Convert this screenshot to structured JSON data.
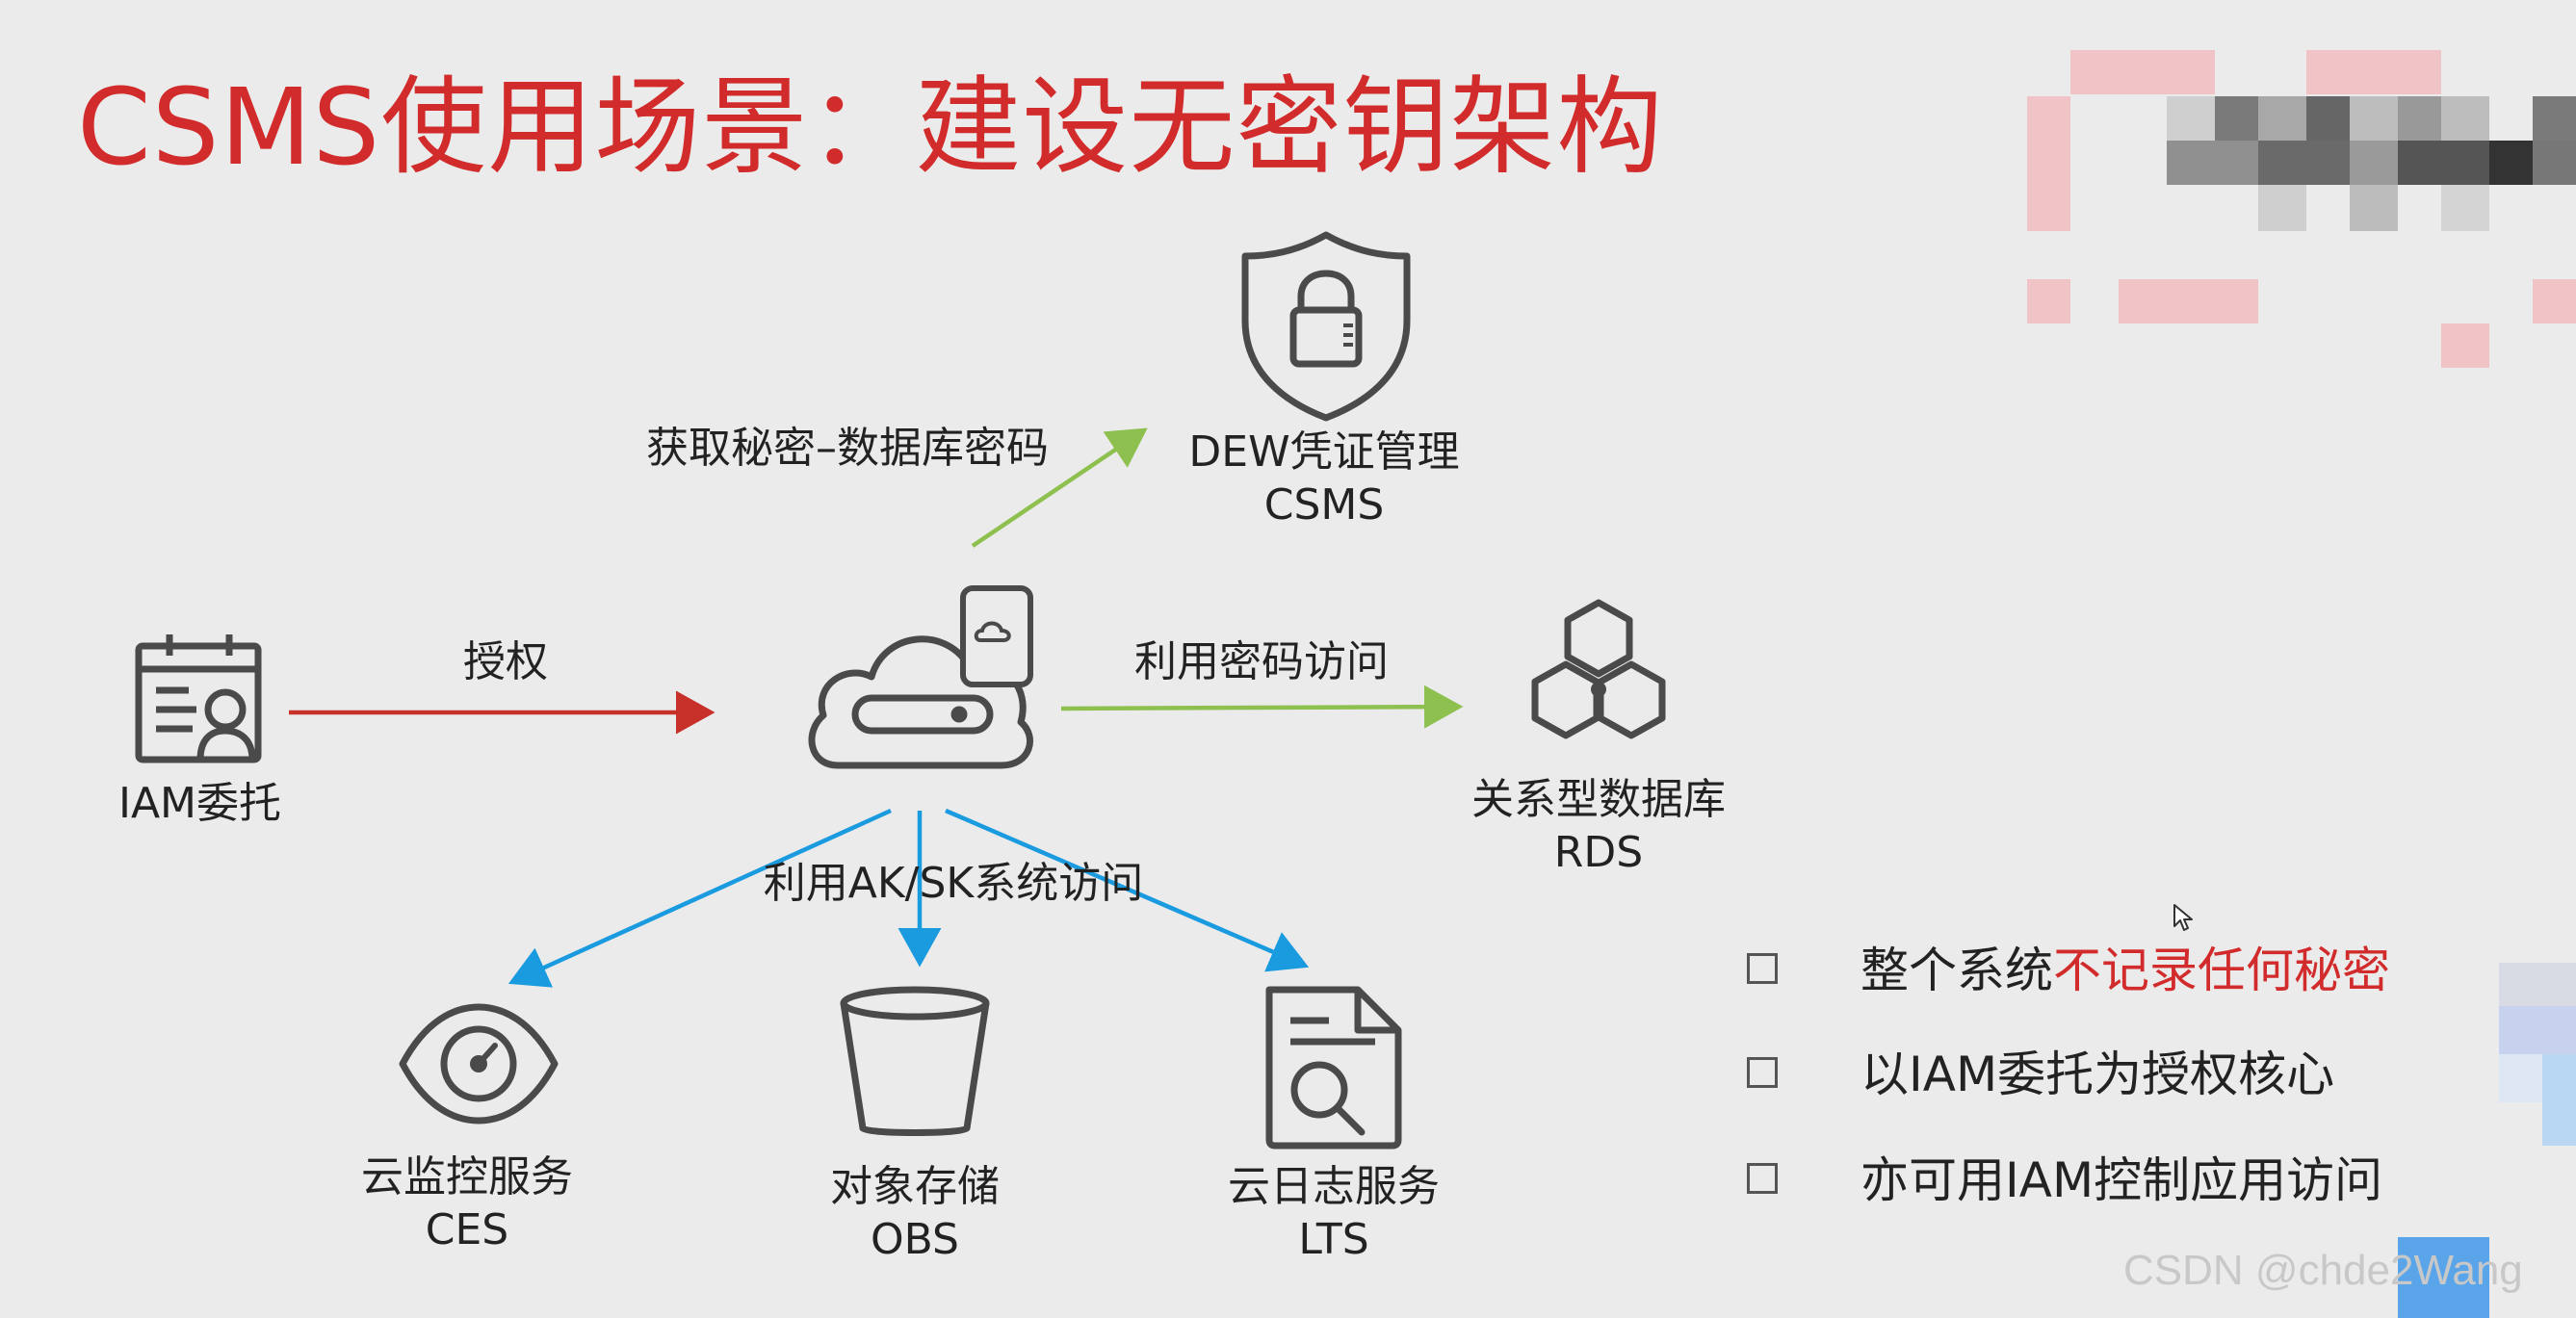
{
  "slide": {
    "title": "CSMS使用场景：建设无密钥架构"
  },
  "nodes": {
    "iam": {
      "label": "IAM委托"
    },
    "dew": {
      "line1": "DEW凭证管理",
      "line2": "CSMS"
    },
    "rds": {
      "line1": "关系型数据库",
      "line2": "RDS"
    },
    "ces": {
      "line1": "云监控服务",
      "line2": "CES"
    },
    "obs": {
      "line1": "对象存储",
      "line2": "OBS"
    },
    "lts": {
      "line1": "云日志服务",
      "line2": "LTS"
    }
  },
  "edges": {
    "authorize": "授权",
    "get_secret": "获取秘密–数据库密码",
    "use_password": "利用密码访问",
    "use_aksk": "利用AK/SK系统访问"
  },
  "bullets": [
    {
      "prefix": "整个系统",
      "highlight": "不记录任何秘密"
    },
    {
      "prefix": "以IAM委托为授权核心",
      "highlight": ""
    },
    {
      "prefix": "亦可用IAM控制应用访问",
      "highlight": ""
    }
  ],
  "watermark": "CSDN @chde2Wang",
  "colors": {
    "title": "#d22b2b",
    "arrow_red": "#c8302a",
    "arrow_green": "#8dc04f",
    "arrow_blue": "#1a9be0",
    "icon": "#4a4a4a"
  }
}
